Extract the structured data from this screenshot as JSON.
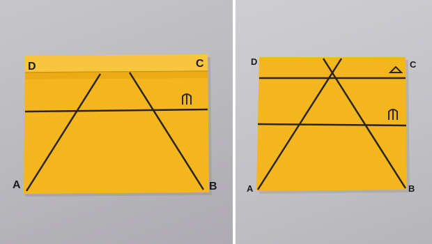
{
  "left_photo": {
    "vertex_labels": {
      "A": "A",
      "B": "B",
      "C": "C",
      "D": "D"
    },
    "mark_symbol": "∩"
  },
  "right_photo": {
    "vertex_labels": {
      "A": "A",
      "B": "B",
      "C": "C",
      "D": "D"
    },
    "mark_symbol_top": "△",
    "mark_symbol_bottom": "∩"
  },
  "colors": {
    "paper": "#f4b61f",
    "paper_dark": "#e2a312",
    "paper_light": "#f8c63e",
    "ink": "#2a2418",
    "background": "#c2c1c6"
  }
}
